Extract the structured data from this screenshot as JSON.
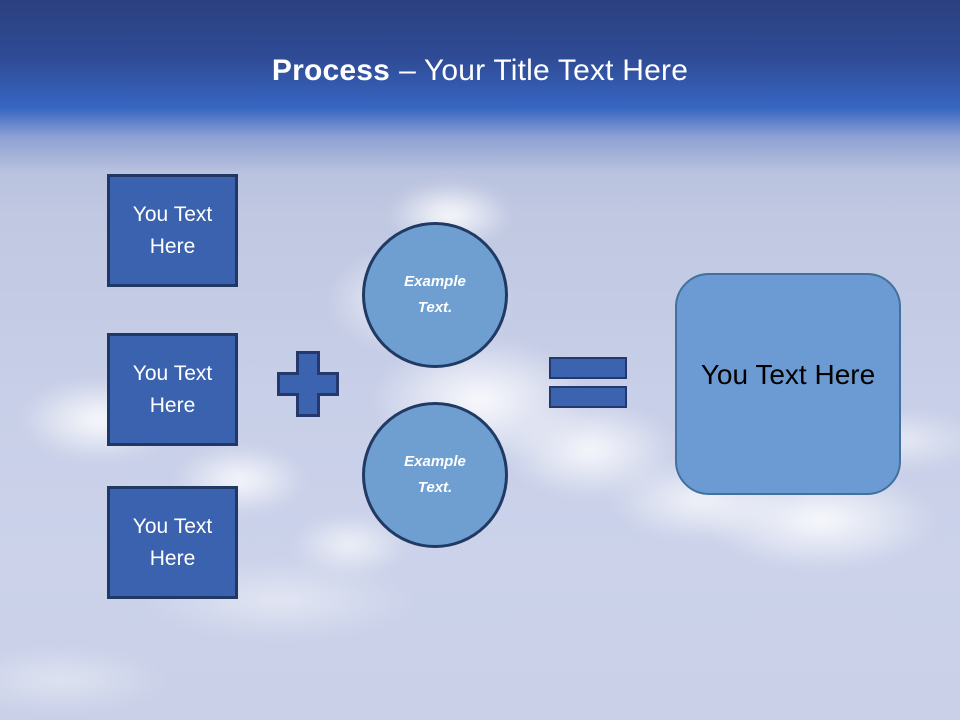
{
  "title": {
    "bold": "Process",
    "rest": "– Your Title Text Here"
  },
  "diagram": {
    "inputs": [
      {
        "label": "You Text Here"
      },
      {
        "label": "You Text Here"
      },
      {
        "label": "You Text Here"
      }
    ],
    "operators": {
      "plus": "plus-sign",
      "equals": "equals-sign"
    },
    "circles": [
      {
        "label": "Example Text."
      },
      {
        "label": "Example Text."
      }
    ],
    "result": {
      "label": "You Text Here"
    }
  },
  "colors": {
    "header_top": "#2b4080",
    "header_mid": "#3766c2",
    "title_color": "#ffffff",
    "square_fill": "#3b62ae",
    "square_border": "#1f3864",
    "circle_fill": "#6f9fd1",
    "circle_border": "#203a64",
    "operator_fill": "#3b63b0",
    "operator_border": "#24386e",
    "result_fill": "#6b9bd2",
    "result_border": "#41719c",
    "result_text": "#000000",
    "sky_top": "#9fadd0",
    "sky_bottom": "#c9d0e8"
  }
}
